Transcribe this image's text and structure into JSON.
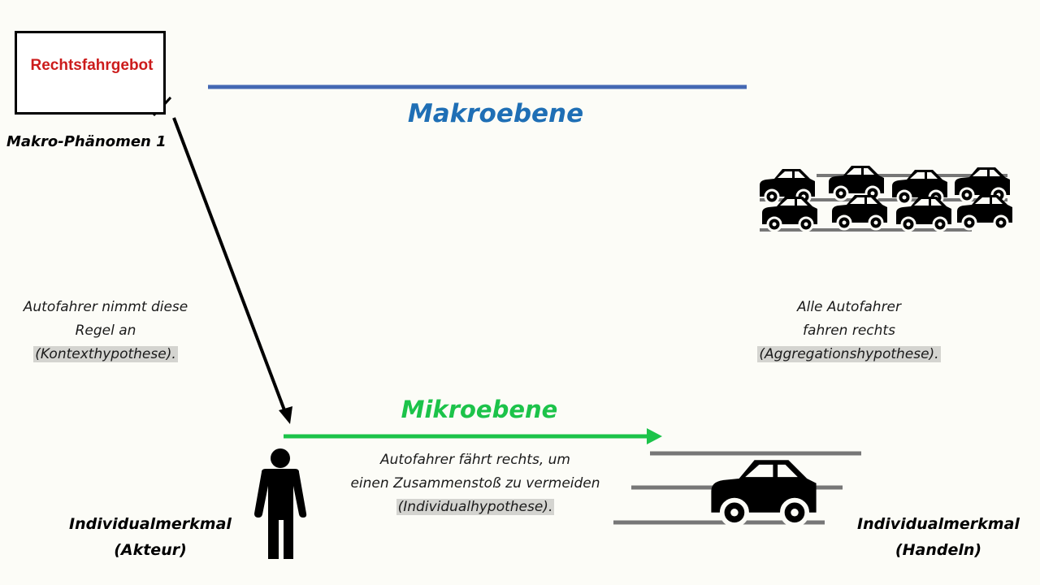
{
  "colors": {
    "macro_line": "#4468b3",
    "macro_text": "#1f6fb5",
    "micro": "#1cc34a",
    "doc_title": "#cc1c1c",
    "highlight": "#d4d4d0",
    "road": "#777777"
  },
  "icons": {
    "document": "document-icon",
    "person": "person-icon",
    "car": "car-icon",
    "traffic": "traffic-jam-icon"
  },
  "document": {
    "title": "Rechtsfahrgebot"
  },
  "makro": {
    "phenomenon_label": "Makro-Phänomen 1",
    "level_label": "Makroebene"
  },
  "mikro": {
    "level_label": "Mikroebene"
  },
  "context": {
    "line1": "Autofahrer nimmt diese",
    "line2": "Regel an",
    "hypothesis": "(Kontexthypothese)."
  },
  "aggregation": {
    "line1": "Alle Autofahrer",
    "line2": "fahren rechts",
    "hypothesis": "(Aggregationshypothese)."
  },
  "individual": {
    "line1": "Autofahrer fährt rechts, um",
    "line2": "einen Zusammenstoß zu vermeiden",
    "hypothesis": "(Individualhypothese)."
  },
  "left_feature": {
    "title": "Individualmerkmal",
    "sub": "(Akteur)"
  },
  "right_feature": {
    "title": "Individualmerkmal",
    "sub": "(Handeln)"
  }
}
